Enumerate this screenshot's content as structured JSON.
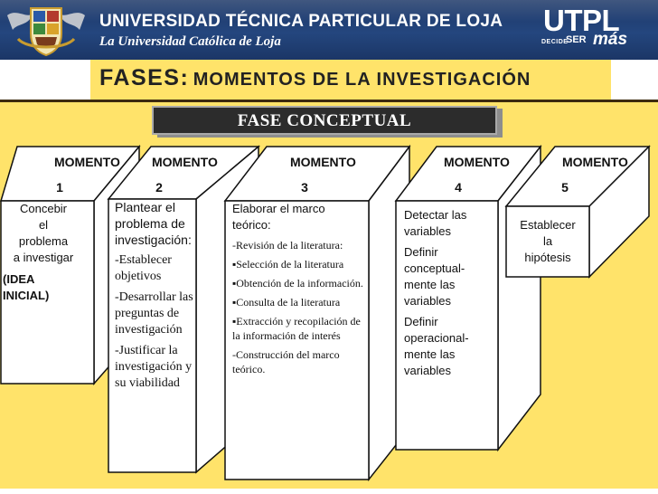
{
  "header": {
    "university_name": "UNIVERSIDAD TÉCNICA PARTICULAR DE LOJA",
    "university_subtitle": "La Universidad Católica de Loja",
    "logo_text": "UTPL",
    "tagline_prefix": "DECIDE",
    "tagline_middle": "SER",
    "tagline_suffix": "más",
    "crest_icon": "university-crest-icon"
  },
  "title": {
    "prefix": "FASES:",
    "text": "MOMENTOS DE LA INVESTIGACIÓN"
  },
  "phase_banner": "FASE CONCEPTUAL",
  "colors": {
    "header_bg": "#24467e",
    "panel_bg": "#ffe36a",
    "banner_bg": "#2c2c2c",
    "box_fill": "#ffffff",
    "box_stroke": "#111111"
  },
  "moments": [
    {
      "label_line1": "MOMENTO",
      "label_line2": "1",
      "lines": [
        "Concebir",
        "el",
        "problema",
        "a investigar"
      ],
      "note": "(IDEA INICIAL)"
    },
    {
      "label_line1": "MOMENTO",
      "label_line2": "2",
      "intro": "Plantear el problema de investigación:",
      "items": [
        "-Establecer objetivos",
        "-Desarrollar las preguntas de investigación",
        "-Justificar la investigación y su viabilidad"
      ]
    },
    {
      "label_line1": "MOMENTO",
      "label_line2": "3",
      "intro": "Elaborar el marco teórico:",
      "items": [
        "-Revisión de la literatura:",
        "▪Selección de la literatura",
        "▪Obtención de la información.",
        "▪Consulta de la literatura",
        "▪Extracción y recopilación de la información de interés",
        "-Construcción del marco teórico."
      ]
    },
    {
      "label_line1": "MOMENTO",
      "label_line2": "4",
      "items": [
        "Detectar las variables",
        "Definir conceptual-mente las variables",
        "Definir operacional-mente las variables"
      ]
    },
    {
      "label_line1": "MOMENTO",
      "label_line2": "5",
      "lines": [
        "Establecer",
        "la",
        "hipótesis"
      ]
    }
  ]
}
